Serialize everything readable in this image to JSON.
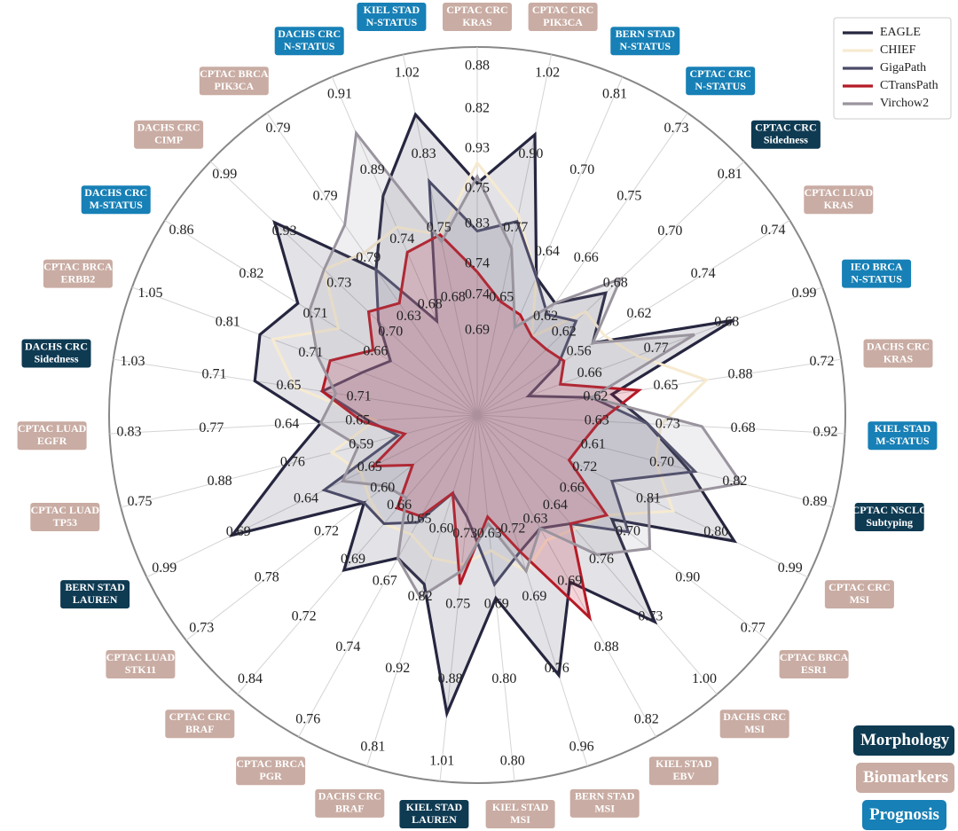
{
  "colors": {
    "morphology": "#0e3a52",
    "biomarkers": "#c9aca3",
    "prognosis": "#1780b6"
  },
  "category_legend": [
    {
      "label": "Morphology",
      "category": "morphology"
    },
    {
      "label": "Biomarkers",
      "category": "biomarkers"
    },
    {
      "label": "Prognosis",
      "category": "prognosis"
    }
  ],
  "chart_data": {
    "type": "radar",
    "title": "",
    "legend_position": "top-right",
    "axes": [
      {
        "label": [
          "CPTAC CRC",
          "KRAS"
        ],
        "category": "biomarkers",
        "max": "0.88"
      },
      {
        "label": [
          "CPTAC CRC",
          "PIK3CA"
        ],
        "category": "biomarkers",
        "max": "1.02"
      },
      {
        "label": [
          "BERN STAD",
          "N-STATUS"
        ],
        "category": "prognosis",
        "max": "0.81"
      },
      {
        "label": [
          "CPTAC CRC",
          "N-STATUS"
        ],
        "category": "prognosis",
        "max": "0.73"
      },
      {
        "label": [
          "CPTAC CRC",
          "Sidedness"
        ],
        "category": "morphology",
        "max": "0.81"
      },
      {
        "label": [
          "CPTAC LUAD",
          "KRAS"
        ],
        "category": "biomarkers",
        "max": "0.74"
      },
      {
        "label": [
          "IEO BRCA",
          "N-STATUS"
        ],
        "category": "prognosis",
        "max": "0.99"
      },
      {
        "label": [
          "DACHS CRC",
          "KRAS"
        ],
        "category": "biomarkers",
        "max": "0.72"
      },
      {
        "label": [
          "KIEL STAD",
          "M-STATUS"
        ],
        "category": "prognosis",
        "max": "0.92"
      },
      {
        "label": [
          "CPTAC NSCLC",
          "Subtyping"
        ],
        "category": "morphology",
        "max": "0.89"
      },
      {
        "label": [
          "CPTAC CRC",
          "MSI"
        ],
        "category": "biomarkers",
        "max": "0.99"
      },
      {
        "label": [
          "CPTAC BRCA",
          "ESR1"
        ],
        "category": "biomarkers",
        "max": "0.77"
      },
      {
        "label": [
          "DACHS CRC",
          "MSI"
        ],
        "category": "biomarkers",
        "max": "1.00"
      },
      {
        "label": [
          "KIEL STAD",
          "EBV"
        ],
        "category": "biomarkers",
        "max": "0.82"
      },
      {
        "label": [
          "BERN STAD",
          "MSI"
        ],
        "category": "biomarkers",
        "max": "0.96"
      },
      {
        "label": [
          "KIEL STAD",
          "MSI"
        ],
        "category": "biomarkers",
        "max": "0.80"
      },
      {
        "label": [
          "KIEL STAD",
          "LAUREN"
        ],
        "category": "morphology",
        "max": "1.01"
      },
      {
        "label": [
          "DACHS CRC",
          "BRAF"
        ],
        "category": "biomarkers",
        "max": "0.81"
      },
      {
        "label": [
          "CPTAC BRCA",
          "PGR"
        ],
        "category": "biomarkers",
        "max": "0.76"
      },
      {
        "label": [
          "CPTAC CRC",
          "BRAF"
        ],
        "category": "biomarkers",
        "max": "0.84"
      },
      {
        "label": [
          "CPTAC LUAD",
          "STK11"
        ],
        "category": "biomarkers",
        "max": "0.73"
      },
      {
        "label": [
          "BERN STAD",
          "LAUREN"
        ],
        "category": "morphology",
        "max": "0.99"
      },
      {
        "label": [
          "CPTAC LUAD",
          "TP53"
        ],
        "category": "biomarkers",
        "max": "0.75"
      },
      {
        "label": [
          "CPTAC LUAD",
          "EGFR"
        ],
        "category": "biomarkers",
        "max": "0.83"
      },
      {
        "label": [
          "DACHS CRC",
          "Sidedness"
        ],
        "category": "morphology",
        "max": "1.03"
      },
      {
        "label": [
          "CPTAC BRCA",
          "ERBB2"
        ],
        "category": "biomarkers",
        "max": "1.05"
      },
      {
        "label": [
          "DACHS CRC",
          "M-STATUS"
        ],
        "category": "prognosis",
        "max": "0.86"
      },
      {
        "label": [
          "DACHS CRC",
          "CIMP"
        ],
        "category": "biomarkers",
        "max": "0.99"
      },
      {
        "label": [
          "CPTAC BRCA",
          "PIK3CA"
        ],
        "category": "biomarkers",
        "max": "0.79"
      },
      {
        "label": [
          "DACHS CRC",
          "N-STATUS"
        ],
        "category": "prognosis",
        "max": "0.91"
      },
      {
        "label": [
          "KIEL STAD",
          "N-STATUS"
        ],
        "category": "prognosis",
        "max": "1.02"
      }
    ],
    "series": [
      {
        "name": "EAGLE",
        "color": "#262640",
        "width": 3.2,
        "fill": "#3a3a55",
        "fill_opacity": 0.14,
        "values": [
          0.82,
          0.9,
          0.7,
          0.68,
          0.74,
          0.68,
          0.88,
          0.68,
          0.73,
          0.8,
          0.9,
          0.73,
          0.88,
          0.76,
          0.88,
          0.75,
          0.92,
          0.74,
          0.72,
          0.78,
          0.69,
          0.88,
          0.77,
          0.71,
          0.81,
          0.82,
          0.79,
          0.89,
          0.74,
          0.83,
          0.93
        ]
      },
      {
        "name": "CHIEF",
        "color": "#f6ead0",
        "width": 3.0,
        "fill": "none",
        "fill_opacity": 0,
        "values": [
          0.85,
          0.78,
          0.7,
          0.62,
          0.7,
          0.7,
          0.73,
          0.82,
          0.75,
          0.75,
          0.8,
          0.72,
          0.7,
          0.69,
          0.72,
          0.68,
          0.7,
          0.7,
          0.68,
          0.69,
          0.68,
          0.67,
          0.7,
          0.63,
          0.75,
          0.8,
          0.72,
          0.79,
          0.77,
          0.78,
          0.75
        ]
      },
      {
        "name": "GigaPath",
        "color": "#4b4b68",
        "width": 3.0,
        "fill": "#4b4b68",
        "fill_opacity": 0.12,
        "values": [
          0.75,
          0.77,
          0.7,
          0.66,
          0.68,
          0.62,
          0.56,
          0.65,
          0.73,
          0.81,
          0.7,
          0.76,
          0.69,
          0.67,
          0.69,
          0.73,
          0.63,
          0.6,
          0.66,
          0.69,
          0.69,
          0.73,
          0.6,
          0.64,
          0.71,
          0.66,
          0.63,
          0.68,
          0.74,
          0.63,
          0.83
        ]
      },
      {
        "name": "CTransPath",
        "color": "#b51a26",
        "width": 3.0,
        "fill": "#c0102a",
        "fill_opacity": 0.18,
        "values": [
          0.69,
          0.65,
          0.64,
          0.62,
          0.62,
          0.63,
          0.61,
          0.72,
          0.66,
          0.64,
          0.63,
          0.72,
          0.69,
          0.82,
          0.69,
          0.63,
          0.73,
          0.6,
          0.65,
          0.66,
          0.6,
          0.65,
          0.59,
          0.65,
          0.71,
          0.71,
          0.66,
          0.7,
          0.68,
          0.74,
          0.75
        ]
      },
      {
        "name": "Virchow2",
        "color": "#9a949e",
        "width": 3.0,
        "fill": "#8e8a96",
        "fill_opacity": 0.14,
        "values": [
          0.83,
          0.73,
          0.62,
          0.68,
          0.77,
          0.68,
          0.82,
          0.65,
          0.81,
          0.88,
          0.76,
          0.8,
          0.75,
          0.67,
          0.72,
          0.64,
          0.71,
          0.76,
          0.72,
          0.64,
          0.65,
          0.7,
          0.66,
          0.71,
          0.69,
          0.73,
          0.77,
          0.79,
          0.82,
          0.93,
          0.74
        ]
      }
    ],
    "value_labels": [
      [
        "0.82",
        "0.75",
        "0.74",
        "0.69"
      ],
      [
        "0.90",
        "0.77",
        "0.65"
      ],
      [
        "0.70",
        "0.64"
      ],
      [
        "0.75",
        "0.66",
        "0.62"
      ],
      [
        "0.70",
        "0.68",
        "0.62"
      ],
      [
        "0.74",
        "0.62",
        "0.56"
      ],
      [
        "0.68",
        "0.77",
        "0.66"
      ],
      [
        "0.88",
        "0.65",
        "0.62"
      ],
      [
        "0.68",
        "0.73",
        "0.63"
      ],
      [
        "0.82",
        "0.70",
        "0.61"
      ],
      [
        "0.80",
        "0.81",
        "0.72"
      ],
      [
        "0.90",
        "0.70",
        "0.66"
      ],
      [
        "0.73",
        "0.76",
        "0.64"
      ],
      [
        "0.88",
        "0.69",
        "0.63"
      ],
      [
        "0.76",
        "0.69",
        "0.72"
      ],
      [
        "0.80",
        "0.69",
        "0.63"
      ],
      [
        "0.88",
        "0.75",
        "0.73"
      ],
      [
        "0.92",
        "0.82",
        "0.60"
      ],
      [
        "0.74",
        "0.67",
        "0.65"
      ],
      [
        "0.72",
        "0.69",
        "0.66"
      ],
      [
        "0.78",
        "0.72",
        "0.60"
      ],
      [
        "0.69",
        "0.64",
        "0.65"
      ],
      [
        "0.88",
        "0.76",
        "0.59"
      ],
      [
        "0.77",
        "0.64",
        "0.65"
      ],
      [
        "0.71",
        "0.65",
        "0.71"
      ],
      [
        "0.81",
        "0.71"
      ],
      [
        "0.82",
        "0.71",
        "0.66"
      ],
      [
        "0.93",
        "0.73",
        "0.70"
      ],
      [
        "0.79",
        "0.79",
        "0.63"
      ],
      [
        "0.89",
        "0.74",
        "0.68"
      ],
      [
        "0.83",
        "0.75",
        "0.68"
      ],
      [
        "0.93",
        "0.83",
        "0.74"
      ]
    ]
  }
}
